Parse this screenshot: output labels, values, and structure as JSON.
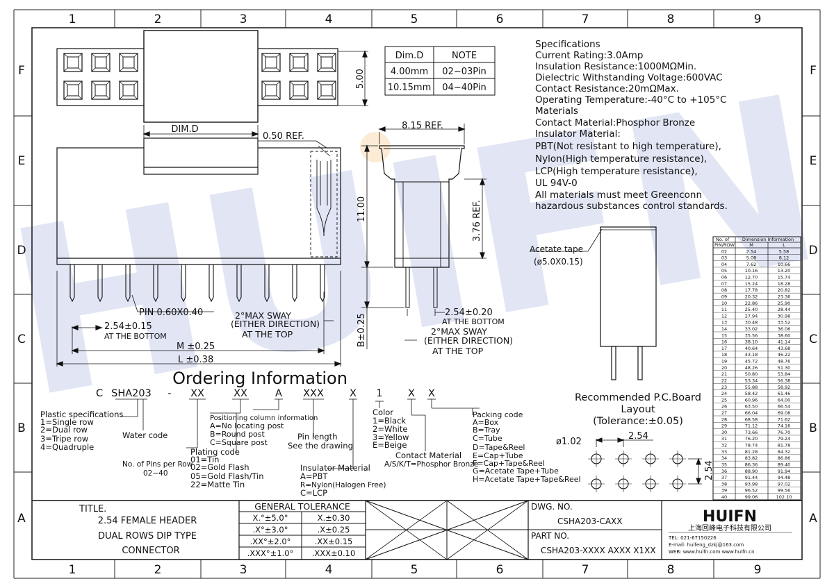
{
  "frame": {
    "cols": [
      "1",
      "2",
      "3",
      "4",
      "5",
      "6",
      "7",
      "8",
      "9"
    ],
    "rows": [
      "F",
      "E",
      "D",
      "C",
      "B",
      "A"
    ]
  },
  "watermark": "HUIFN",
  "dim_table": {
    "headers": [
      "Dim.D",
      "NOTE"
    ],
    "rows": [
      [
        "4.00mm",
        "02~03Pin"
      ],
      [
        "10.15mm",
        "04~40Pin"
      ]
    ]
  },
  "specifications": [
    "Specifications",
    "Current Rating:3.0Amp",
    "Insulation Resistance:1000MΩMin.",
    "Dielectric Withstanding Voltage:600VAC",
    "Contact Resistance:20mΩMax.",
    "Operating Temperature:-40°C to +105°C",
    "Materials",
    "Contact Material:Phosphor Bronze",
    "Insulator Material:",
    "PBT(Not resistant to high temperature),",
    "Nylon(High temperature resistance),",
    "LCP(High temperature resistance),",
    "UL 94V-0",
    "All materials must meet Greenconn",
    "hazardous substances control standards."
  ],
  "drawing_labels": {
    "top_height": "5.00",
    "dim_d": "DIM.D",
    "ref_050": "0.50 REF.",
    "pin": "PIN 0.60X0.40",
    "pitch_bottom": "2.54±0.15",
    "at_bottom": "AT THE BOTTOM",
    "sway_1": "2°MAX SWAY",
    "sway_2": "(EITHER DIRECTION)",
    "sway_3": "AT THE TOP",
    "m_dim": "M ±0.25",
    "l_dim": "L ±0.38",
    "side_width": "8.15 REF.",
    "side_height": "11.00",
    "side_ref": "3.76 REF.",
    "side_b": "B±0.25",
    "side_pitch": "2.54±0.20",
    "side_at_bottom": "AT THE BOTTOM",
    "side_sway_1": "2°MAX SWAY",
    "side_sway_2": "(EITHER DIRECTION)",
    "side_sway_3": "AT THE TOP",
    "acetate_1": "Acetate tape",
    "acetate_2": "(ø5.0X0.15)",
    "pcb_1": "Recommended P.C.Board",
    "pcb_2": "Layout",
    "pcb_3": "(Tolerance:±0.05)",
    "pcb_hole": "ø1.02",
    "pcb_pitch_h": "2.54",
    "pcb_pitch_v": "2.54"
  },
  "ordering": {
    "title": "Ordering Information",
    "code_parts": [
      "C",
      "SHA203",
      "-",
      "XX",
      "XX",
      "A",
      "XXX",
      "X",
      "1",
      "X",
      "X"
    ],
    "plastic": [
      "Plastic specifications",
      "1=Single row",
      "2=Dual row",
      "3=Tripe row",
      "4=Quadruple"
    ],
    "water": "Water code",
    "pins": [
      "No. of Pins per Row",
      "02~40"
    ],
    "plating": [
      "Plating code",
      "01=Tin",
      "02=Gold Flash",
      "05=Gold Flash/Tin",
      "22=Matte Tin"
    ],
    "positioning": [
      "Positioning column information",
      "A=No locating post",
      "B=Round post",
      "C=Square post"
    ],
    "pin_length": [
      "Pin length",
      "See the drawing"
    ],
    "insulator": [
      "Insulator Material",
      "A=PBT",
      "R=Nylon(Halogen Free)",
      "C=LCP"
    ],
    "color": [
      "Color",
      "1=Black",
      "2=White",
      "3=Yellow",
      "E=Beige"
    ],
    "contact": [
      "Contact Material",
      "A/S/K/T=Phosphor Bronze"
    ],
    "packing": [
      "Packing code",
      "A=Box",
      "B=Tray",
      "C=Tube",
      "D=Tape&Reel",
      "E=Cap+Tube",
      "F=Cap+Tape&Reel",
      "G=Acetate Tape+Tube",
      "H=Acetate Tape+Tape&Reel"
    ]
  },
  "info_table": {
    "header_top": [
      "No. of",
      "Dimension Information"
    ],
    "header_sub": [
      "PIN/ROW",
      "M",
      "L"
    ],
    "rows": [
      [
        "02",
        "2.54",
        "5.58"
      ],
      [
        "03",
        "5.08",
        "8.12"
      ],
      [
        "04",
        "7.62",
        "10.66"
      ],
      [
        "05",
        "10.16",
        "13.20"
      ],
      [
        "06",
        "12.70",
        "15.74"
      ],
      [
        "07",
        "15.24",
        "18.28"
      ],
      [
        "08",
        "17.78",
        "20.82"
      ],
      [
        "09",
        "20.32",
        "23.36"
      ],
      [
        "10",
        "22.86",
        "25.90"
      ],
      [
        "11",
        "25.40",
        "28.44"
      ],
      [
        "12",
        "27.94",
        "30.98"
      ],
      [
        "13",
        "30.48",
        "33.52"
      ],
      [
        "14",
        "33.02",
        "36.06"
      ],
      [
        "15",
        "35.56",
        "38.60"
      ],
      [
        "16",
        "38.10",
        "41.14"
      ],
      [
        "17",
        "40.64",
        "43.68"
      ],
      [
        "18",
        "43.18",
        "46.22"
      ],
      [
        "19",
        "45.72",
        "48.76"
      ],
      [
        "20",
        "48.26",
        "51.30"
      ],
      [
        "21",
        "50.80",
        "53.84"
      ],
      [
        "22",
        "53.34",
        "56.38"
      ],
      [
        "23",
        "55.88",
        "58.92"
      ],
      [
        "24",
        "58.42",
        "61.46"
      ],
      [
        "25",
        "60.96",
        "64.00"
      ],
      [
        "26",
        "63.50",
        "66.54"
      ],
      [
        "27",
        "66.04",
        "69.08"
      ],
      [
        "28",
        "68.58",
        "71.62"
      ],
      [
        "29",
        "71.12",
        "74.16"
      ],
      [
        "30",
        "73.66",
        "76.70"
      ],
      [
        "31",
        "76.20",
        "79.24"
      ],
      [
        "32",
        "78.74",
        "81.78"
      ],
      [
        "33",
        "81.28",
        "84.32"
      ],
      [
        "34",
        "83.82",
        "86.86"
      ],
      [
        "35",
        "86.36",
        "89.40"
      ],
      [
        "36",
        "88.90",
        "91.94"
      ],
      [
        "37",
        "91.44",
        "94.48"
      ],
      [
        "38",
        "93.98",
        "97.02"
      ],
      [
        "39",
        "96.52",
        "99.56"
      ],
      [
        "40",
        "99.06",
        "102.10"
      ]
    ]
  },
  "title_block": {
    "title_label": "TITLE.",
    "title_lines": [
      "2.54 FEMALE HEADER",
      "DUAL ROWS DIP TYPE",
      "CONNECTOR"
    ],
    "tol_header": "GENERAL TOLERANCE",
    "tol_rows": [
      [
        "X.°±5.0°",
        "X.±0.30"
      ],
      [
        ".X°±3.0°",
        ".X±0.25"
      ],
      [
        ".XX°±2.0°",
        ".XX±0.15"
      ],
      [
        ".XXX°±1.0°",
        ".XXX±0.10"
      ]
    ],
    "dwg_label": "DWG. NO.",
    "dwg_no": "CSHA203-CAXX",
    "part_label": "PART NO.",
    "part_no": "CSHA203-XXXX AXXX X1XX",
    "company_logo": "HUIFN",
    "company_name": "上海回峰电子科技有限公司",
    "tel": "TEL: 021-67150226",
    "email": "E-mail: huifeng_dzkj@163.com",
    "web": "WEB: www.huifn.com   www.huifn.cn"
  }
}
